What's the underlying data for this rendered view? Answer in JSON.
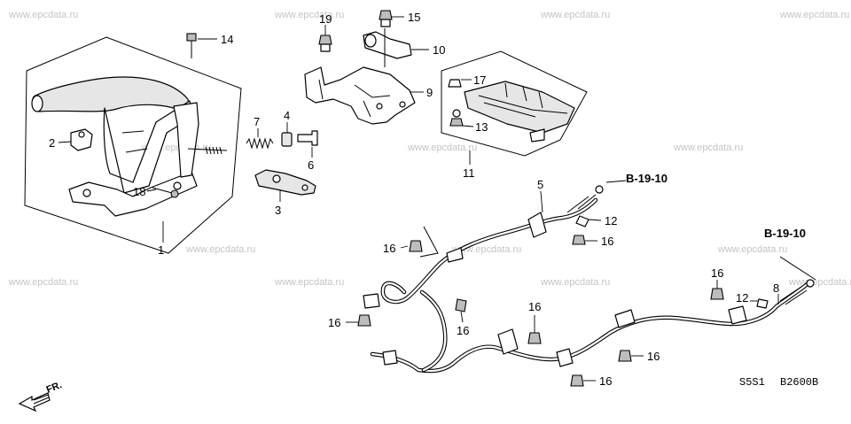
{
  "watermark": "www.epcdata.ru",
  "callouts": {
    "c1": "1",
    "c2": "2",
    "c3": "3",
    "c4": "4",
    "c5": "5",
    "c6": "6",
    "c7": "7",
    "c8": "8",
    "c9": "9",
    "c10": "10",
    "c11": "11",
    "c12a": "12",
    "c12b": "12",
    "c13": "13",
    "c14": "14",
    "c15": "15",
    "c16a": "16",
    "c16b": "16",
    "c16c": "16",
    "c16d": "16",
    "c16e": "16",
    "c16f": "16",
    "c16g": "16",
    "c16h": "16",
    "c17": "17",
    "c18": "18",
    "c19": "19"
  },
  "references": {
    "ref_upper": "B-19-10",
    "ref_lower": "B-19-10"
  },
  "diagram_codes": {
    "model_code": "S5S1",
    "figure_code": "B2600B"
  },
  "direction": {
    "front_label": "FR."
  }
}
